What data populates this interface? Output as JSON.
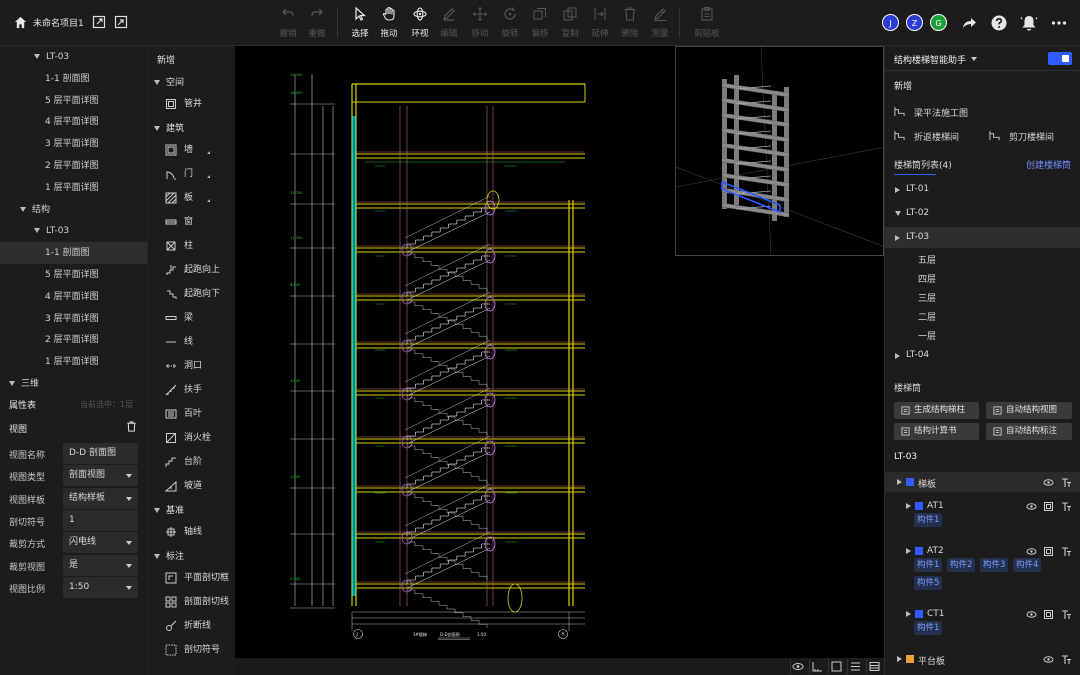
{
  "header": {
    "project_title": "未命名项目1"
  },
  "toolbar": [
    {
      "id": "undo",
      "label": "撤销",
      "enabled": false
    },
    {
      "id": "redo",
      "label": "重做",
      "enabled": false
    },
    {
      "id": "select",
      "label": "选择",
      "enabled": true
    },
    {
      "id": "pan",
      "label": "拖动",
      "enabled": true
    },
    {
      "id": "orbit",
      "label": "环视",
      "enabled": true
    },
    {
      "id": "edit",
      "label": "编辑",
      "enabled": false
    },
    {
      "id": "move",
      "label": "移动",
      "enabled": false
    },
    {
      "id": "rotate",
      "label": "旋转",
      "enabled": false
    },
    {
      "id": "offset",
      "label": "偏移",
      "enabled": false
    },
    {
      "id": "copy",
      "label": "复制",
      "enabled": false
    },
    {
      "id": "extend",
      "label": "延伸",
      "enabled": false
    },
    {
      "id": "delete",
      "label": "删除",
      "enabled": false
    },
    {
      "id": "measure",
      "label": "测量",
      "enabled": false
    },
    {
      "id": "clipboard",
      "label": "剪贴板",
      "enabled": false
    }
  ],
  "collaborators": [
    {
      "initial": "J",
      "color": "#2a3cd6"
    },
    {
      "initial": "Z",
      "color": "#2a3cd6"
    },
    {
      "initial": "G",
      "color": "#1e9e3a"
    }
  ],
  "tree": [
    {
      "label": "LT-03",
      "level": 2,
      "expanded": true,
      "selected": false
    },
    {
      "label": "1-1 剖面图",
      "level": 3,
      "selected": false
    },
    {
      "label": "5 层平面详图",
      "level": 3,
      "selected": false
    },
    {
      "label": "4 层平面详图",
      "level": 3,
      "selected": false
    },
    {
      "label": "3 层平面详图",
      "level": 3,
      "selected": false
    },
    {
      "label": "2 层平面详图",
      "level": 3,
      "selected": false
    },
    {
      "label": "1 层平面详图",
      "level": 3,
      "selected": false
    },
    {
      "label": "结构",
      "level": 1,
      "expanded": true,
      "selected": false
    },
    {
      "label": "LT-03",
      "level": 2,
      "expanded": true,
      "selected": false
    },
    {
      "label": "1-1 剖面图",
      "level": 3,
      "selected": true
    },
    {
      "label": "5 层平面详图",
      "level": 3,
      "selected": false
    },
    {
      "label": "4 层平面详图",
      "level": 3,
      "selected": false
    },
    {
      "label": "3 层平面详图",
      "level": 3,
      "selected": false
    },
    {
      "label": "2 层平面详图",
      "level": 3,
      "selected": false
    },
    {
      "label": "1 层平面详图",
      "level": 3,
      "selected": false
    },
    {
      "label": "三维",
      "level": 0,
      "expanded": true,
      "selected": false
    }
  ],
  "properties": {
    "title": "属性表",
    "current_selection": "当前选中：1层",
    "section": "视图",
    "rows": [
      {
        "label": "视图名称",
        "value": "D-D 剖面图",
        "dropdown": false
      },
      {
        "label": "视图类型",
        "value": "剖面视图",
        "dropdown": true
      },
      {
        "label": "视图样板",
        "value": "结构样板",
        "dropdown": true
      },
      {
        "label": "剖切符号",
        "value": "1",
        "dropdown": false
      },
      {
        "label": "裁剪方式",
        "value": "闪电线",
        "dropdown": true
      },
      {
        "label": "裁剪视图",
        "value": "是",
        "dropdown": true
      },
      {
        "label": "视图比例",
        "value": "1:50",
        "dropdown": true
      }
    ]
  },
  "palette": {
    "header": "新增",
    "sections": [
      {
        "title": "空间",
        "items": [
          {
            "label": "管井",
            "icon": "shaft-icon"
          }
        ]
      },
      {
        "title": "建筑",
        "items": [
          {
            "label": "墙",
            "icon": "wall-icon",
            "more": true
          },
          {
            "label": "门",
            "icon": "door-icon",
            "more": true
          },
          {
            "label": "板",
            "icon": "slab-icon",
            "more": true
          },
          {
            "label": "窗",
            "icon": "window-icon"
          },
          {
            "label": "柱",
            "icon": "column-icon"
          },
          {
            "label": "起跑向上",
            "icon": "stair-up-icon"
          },
          {
            "label": "起跑向下",
            "icon": "stair-down-icon"
          },
          {
            "label": "梁",
            "icon": "beam-icon"
          },
          {
            "label": "线",
            "icon": "line-icon"
          },
          {
            "label": "洞口",
            "icon": "opening-icon"
          },
          {
            "label": "扶手",
            "icon": "railing-icon"
          },
          {
            "label": "百叶",
            "icon": "louver-icon"
          },
          {
            "label": "消火栓",
            "icon": "hydrant-icon"
          },
          {
            "label": "台阶",
            "icon": "steps-icon"
          },
          {
            "label": "坡道",
            "icon": "ramp-icon"
          }
        ]
      },
      {
        "title": "基准",
        "items": [
          {
            "label": "轴线",
            "icon": "axis-icon"
          }
        ]
      },
      {
        "title": "标注",
        "items": [
          {
            "label": "平面剖切框",
            "icon": "plan-cut-box-icon"
          },
          {
            "label": "剖面剖切线",
            "icon": "section-cut-line-icon"
          },
          {
            "label": "折断线",
            "icon": "break-line-icon"
          },
          {
            "label": "剖切符号",
            "icon": "cut-symbol-icon"
          }
        ]
      }
    ]
  },
  "drawing": {
    "caption_left": "3#楼梯",
    "caption_mid": "D-D剖面图",
    "caption_scale": "1:50",
    "axis_left": "J",
    "axis_right": "H",
    "elevations": [
      "19.350",
      "16.450",
      "13.250",
      "11.350",
      "8.650",
      "5.650",
      "2.850",
      "0.000"
    ]
  },
  "assistant": {
    "title": "结构楼梯智能助手",
    "new_header": "新增",
    "actions": [
      {
        "label": "梁平法施工图",
        "icon": "beam-plan-icon"
      },
      {
        "label": "折返楼梯间",
        "icon": "switchback-stair-icon"
      },
      {
        "label": "剪刀楼梯间",
        "icon": "scissor-stair-icon"
      }
    ],
    "list_title": "楼梯筒列表(4)",
    "create_link": "创建楼梯筒",
    "stairs": [
      {
        "label": "LT-01",
        "expanded": false,
        "selected": false
      },
      {
        "label": "LT-02",
        "expanded": true,
        "selected": false
      },
      {
        "label": "LT-03",
        "expanded": false,
        "selected": true
      },
      {
        "label": "LT-04",
        "expanded": false,
        "selected": false
      }
    ],
    "floors": [
      "五层",
      "四层",
      "三层",
      "二层",
      "一层"
    ],
    "core_title": "楼梯筒",
    "buttons": [
      {
        "label": "生成结构梯柱",
        "icon": "column-gen-icon"
      },
      {
        "label": "自动结构视图",
        "icon": "auto-view-icon"
      },
      {
        "label": "结构计算书",
        "icon": "calc-book-icon"
      },
      {
        "label": "自动结构标注",
        "icon": "auto-annotate-icon"
      }
    ],
    "selected_title": "LT-03",
    "layers": [
      {
        "label": "梯板",
        "color": "#2f5bff",
        "level": 0,
        "chips": []
      },
      {
        "label": "AT1",
        "color": "#2f5bff",
        "level": 1,
        "chips": [
          "构件1"
        ]
      },
      {
        "label": "AT2",
        "color": "#2f5bff",
        "level": 1,
        "chips": [
          "构件1",
          "构件2",
          "构件3",
          "构件4",
          "构件5"
        ]
      },
      {
        "label": "CT1",
        "color": "#2f5bff",
        "level": 1,
        "chips": [
          "构件1"
        ]
      },
      {
        "label": "平台板",
        "color": "#f0a030",
        "level": 0,
        "chips": []
      }
    ]
  },
  "colors": {
    "accent": "#2f5bff",
    "link": "#6f8fff"
  }
}
